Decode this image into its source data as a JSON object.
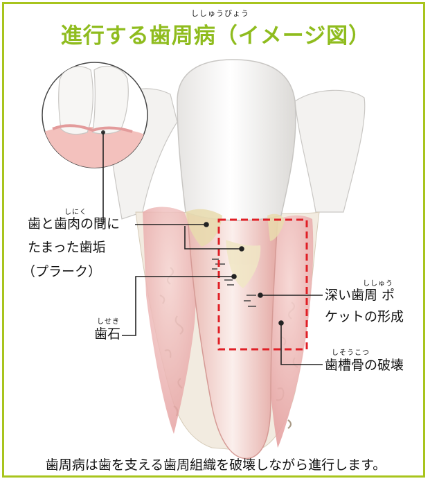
{
  "title": {
    "text": "進行する歯周病（イメージ図）",
    "ruby": "ししゅうびょう"
  },
  "labels": {
    "plaque": {
      "line1": "歯と歯肉の間に",
      "line2": "たまった歯垢",
      "line3": "（プラーク）",
      "ruby": "しにく"
    },
    "calculus": {
      "text": "歯石",
      "ruby": "しせき"
    },
    "pocket": {
      "line1": "深い歯周 ポ",
      "line2": "ケットの形成",
      "ruby": "ししゅう"
    },
    "bone": {
      "text": "歯槽骨の破壊",
      "ruby": "しそうこつ"
    }
  },
  "caption": "歯周病は歯を支える歯周組織を破壊しながら進行します。",
  "colors": {
    "frame": "#a8c41d",
    "title": "#8fbc1e",
    "highlight_box": "#e01f26",
    "gum": "#e8a6a6",
    "tooth": "#f4f3f2",
    "bone": "#efe6d8"
  }
}
